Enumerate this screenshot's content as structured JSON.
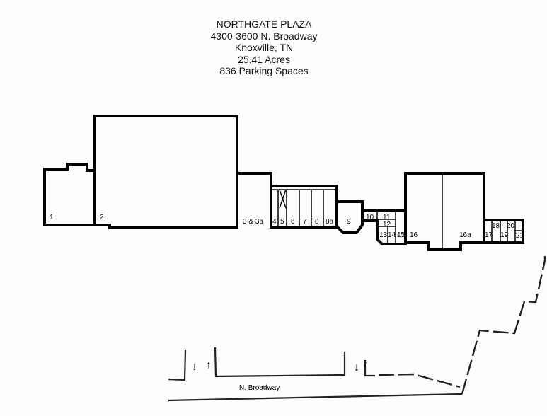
{
  "header": {
    "name": "NORTHGATE PLAZA",
    "address": "4300-3600 N. Broadway",
    "city": "Knoxville, TN",
    "acreage": "25.41 Acres",
    "parking": "836 Parking Spaces"
  },
  "units": [
    "1",
    "2",
    "3 & 3a",
    "4",
    "5",
    "6",
    "7",
    "8",
    "8a",
    "9",
    "10",
    "11",
    "12",
    "13",
    "14",
    "15",
    "16",
    "16a",
    "17",
    "18",
    "19",
    "20",
    "21"
  ],
  "road": {
    "name": "N. Broadway"
  },
  "arrows": {
    "down": "↓",
    "up": "↑"
  }
}
